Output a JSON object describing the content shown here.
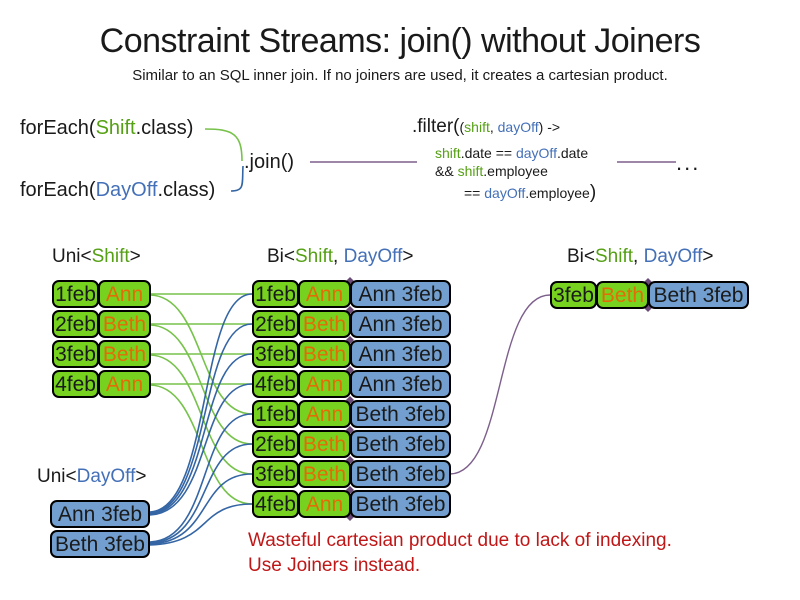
{
  "title": "Constraint Streams: join() without Joiners",
  "subtitle": "Similar to an SQL inner join. If no joiners are used, it creates a cartesian product.",
  "code": {
    "foreach_shift": {
      "prefix": "forEach(",
      "class_name": "Shift",
      "suffix": ".class)"
    },
    "foreach_dayoff": {
      "prefix": "forEach(",
      "class_name": "DayOff",
      "suffix": ".class)"
    },
    "join_label": ".join()",
    "ellipsis": "...",
    "filter": {
      "open_big": ".filter(",
      "params_open": "(",
      "param_shift": "shift",
      "param_sep": ", ",
      "param_dayoff": "dayOff",
      "params_close": ") ->",
      "l2_shift": "shift",
      "l2_mid": ".date == ",
      "l2_dayoff": "dayOff",
      "l2_end": ".date",
      "l3_and": "&& ",
      "l3_shift": "shift",
      "l3_end": ".employee",
      "l4_eq": "== ",
      "l4_dayoff": "dayOff",
      "l4_mid": ".employee",
      "l4_close_big": ")"
    }
  },
  "columns": {
    "uni_shift": {
      "header": {
        "pre": "Uni<",
        "name": "Shift",
        "post": ">"
      },
      "rows": [
        {
          "date": "1feb",
          "name": "Ann"
        },
        {
          "date": "2feb",
          "name": "Beth"
        },
        {
          "date": "3feb",
          "name": "Beth"
        },
        {
          "date": "4feb",
          "name": "Ann"
        }
      ]
    },
    "bi_cartesian": {
      "header": {
        "pre": "Bi<",
        "shift": "Shift",
        "sep": ", ",
        "dayoff": "DayOff",
        "post": ">"
      },
      "rows": [
        {
          "date": "1feb",
          "name": "Ann",
          "dayoff": "Ann 3feb"
        },
        {
          "date": "2feb",
          "name": "Beth",
          "dayoff": "Ann 3feb"
        },
        {
          "date": "3feb",
          "name": "Beth",
          "dayoff": "Ann 3feb"
        },
        {
          "date": "4feb",
          "name": "Ann",
          "dayoff": "Ann 3feb"
        },
        {
          "date": "1feb",
          "name": "Ann",
          "dayoff": "Beth 3feb"
        },
        {
          "date": "2feb",
          "name": "Beth",
          "dayoff": "Beth 3feb"
        },
        {
          "date": "3feb",
          "name": "Beth",
          "dayoff": "Beth 3feb"
        },
        {
          "date": "4feb",
          "name": "Ann",
          "dayoff": "Beth 3feb"
        }
      ]
    },
    "bi_joined": {
      "header": {
        "pre": "Bi<",
        "shift": "Shift",
        "sep": ", ",
        "dayoff": "DayOff",
        "post": ">"
      },
      "row": {
        "date": "3feb",
        "name": "Beth",
        "dayoff": "Beth 3feb"
      }
    },
    "uni_dayoff": {
      "header": {
        "pre": "Uni<",
        "name": "DayOff",
        "post": ">"
      },
      "rows": [
        "Ann 3feb",
        "Beth 3feb"
      ]
    }
  },
  "warning": {
    "line1": "Wasteful cartesian product due to lack of indexing.",
    "line2": "Use Joiners instead."
  },
  "colors": {
    "shift_green_text": "#55a014",
    "dayoff_blue_text": "#4470b8",
    "box_green_fill": "#76d21f",
    "box_blue_fill": "#729fcf",
    "line_green": "#77c24b",
    "line_blue": "#3465a4",
    "connector_purple": "#7d5f8c",
    "diamond_purple": "#6b4a78",
    "name_orange_text": "#e36c09",
    "warning_red": "#bf1717"
  }
}
